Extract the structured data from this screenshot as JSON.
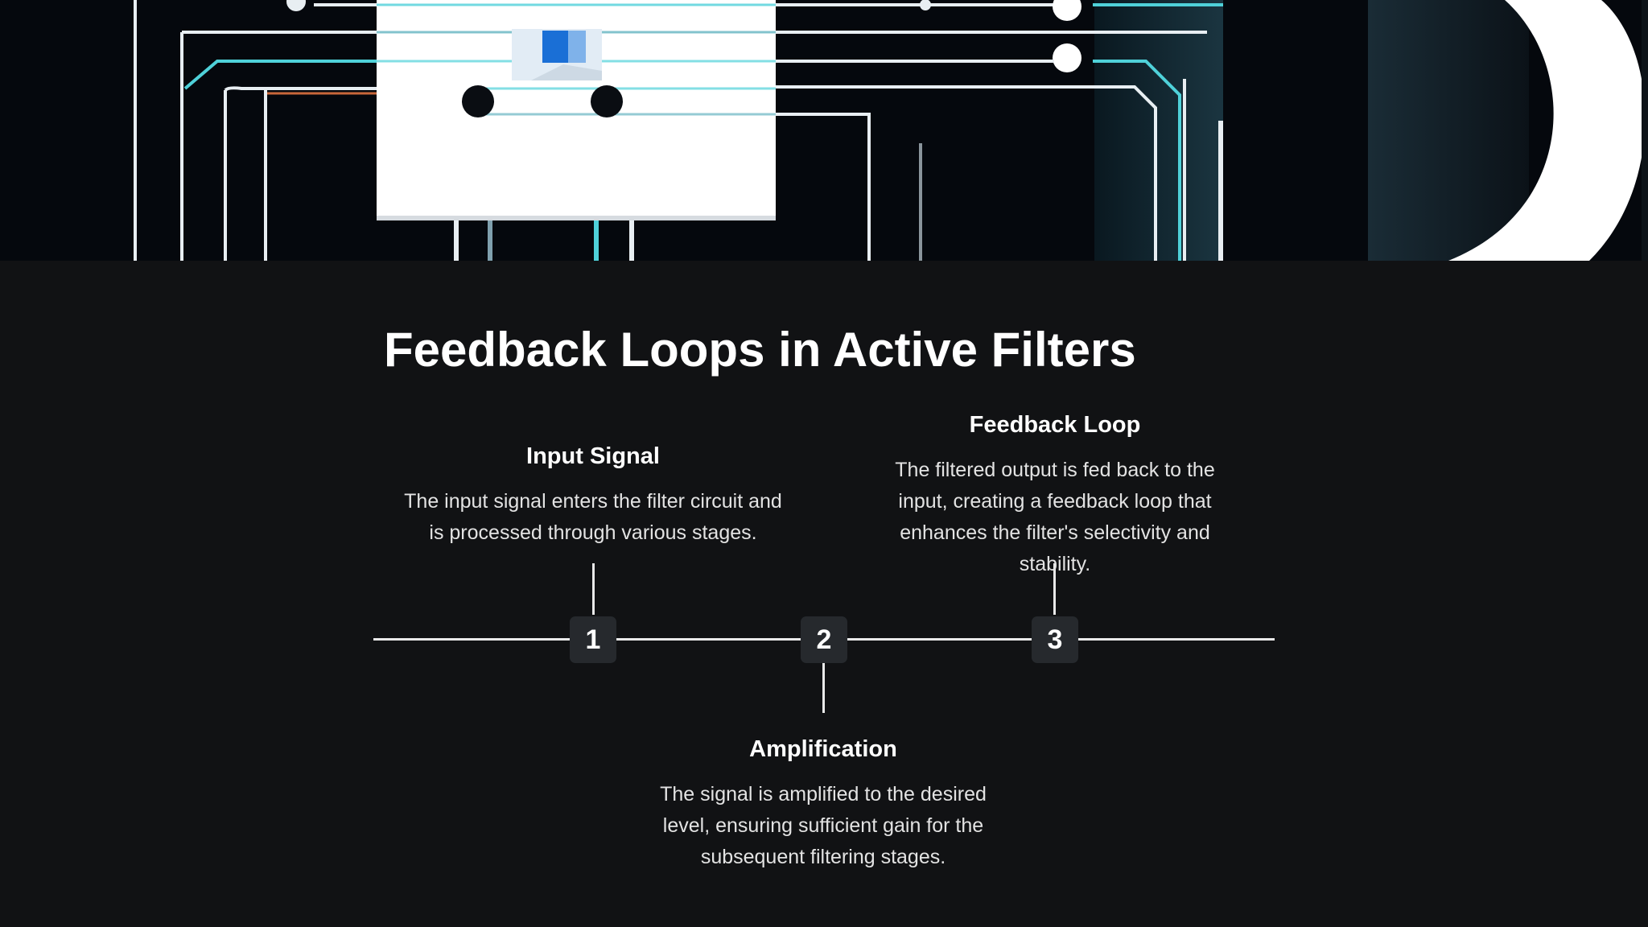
{
  "slide": {
    "title": "Feedback Loops in Active Filters"
  },
  "steps": [
    {
      "number": "1",
      "title": "Input Signal",
      "description": "The input signal enters the filter circuit and is processed through various stages."
    },
    {
      "number": "2",
      "title": "Amplification",
      "description": "The signal is amplified to the desired level, ensuring sufficient gain for the subsequent filtering stages."
    },
    {
      "number": "3",
      "title": "Feedback Loop",
      "description": "The filtered output is fed back to the input, creating a feedback loop that enhances the filter's selectivity and stability."
    }
  ],
  "colors": {
    "background": "#111214",
    "step_box": "#26292d",
    "line": "#e9e9e9",
    "circuit_accent": "#4fd1d9"
  }
}
